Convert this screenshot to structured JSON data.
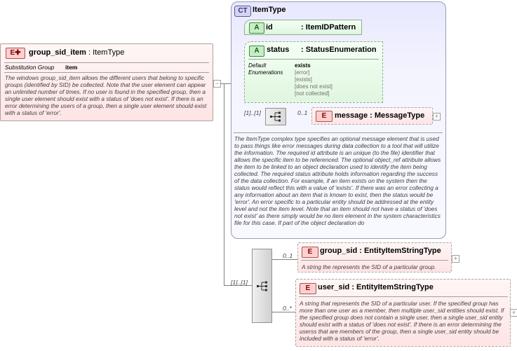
{
  "root_element": {
    "tag": "E",
    "name": "group_sid_item",
    "type": ": ItemType",
    "subst_label": "Substitution Group",
    "subst_value": "item",
    "description": "The windows group_sid_item allows the different users that belong to specific groups (identified by SID) be collected. Note that the user element can appear an unlimited number of times. If no user is found in the specified group, then a single user element should exist with a status of 'does not exist'. If there is an error determining the users of a group, then a single user element should exist with a status of 'error'."
  },
  "complex_type": {
    "tag": "CT",
    "name": "ItemType",
    "attributes": [
      {
        "tag": "A",
        "name": "id",
        "type": ": ItemIDPattern"
      },
      {
        "tag": "A",
        "name": "status",
        "type": ": StatusEnumeration",
        "default_label": "Default",
        "enum_label": "Enumerations",
        "default_value": "exists",
        "enumerations": [
          "[error]",
          "[exists]",
          "[does not exist]",
          "[not collected]"
        ]
      }
    ],
    "sequence_cardinality": "[1]..[1]",
    "message": {
      "tag": "E",
      "name": "message",
      "type": ": MessageType",
      "cardinality": "0..1"
    },
    "description": "The ItemType complex type specifies an optional message element that is used to pass things like error messages during data collection to a tool that will utilize the information. The required id attribute is an unique (to the file) identifier that allows the specific item to be referenced. The optional object_ref attribute allows the item to be linked to an object declaration used to identify the item being collected. The required status attribute holds information regarding the success of the data collection. For example, if an item exists on the system then the status would reflect this with a value of 'exists'. If there was an error collecting a any information about an item that is known to exist, then the status would be 'error'. An error specific to a particular entity should be addressed at the entity level and not the item level. Note that an item should not have a status of 'does not exist' as there simply would be no item element in the system characteristics file for this case. If part of the object declaration do"
  },
  "sequence_cardinality": "[1]..[1]",
  "children": [
    {
      "tag": "E",
      "name": "group_sid",
      "type": ": EntityItemStringType",
      "cardinality": "0..1",
      "description": "A string the represents the SID of a particular group."
    },
    {
      "tag": "E",
      "name": "user_sid",
      "type": ": EntityItemStringType",
      "cardinality": "0..*",
      "description": "A string that represents the SID of a particular user.  If the specified group has more than one user as a member, then multiple user_sid entities should exist. If the specified group does not contain a single user, then a single user_sid entity should exist with a status of 'does not exist'. If there is an error determining the userss that are members of the group, then a single user_sid entity should be included with a status of 'error'."
    }
  ]
}
